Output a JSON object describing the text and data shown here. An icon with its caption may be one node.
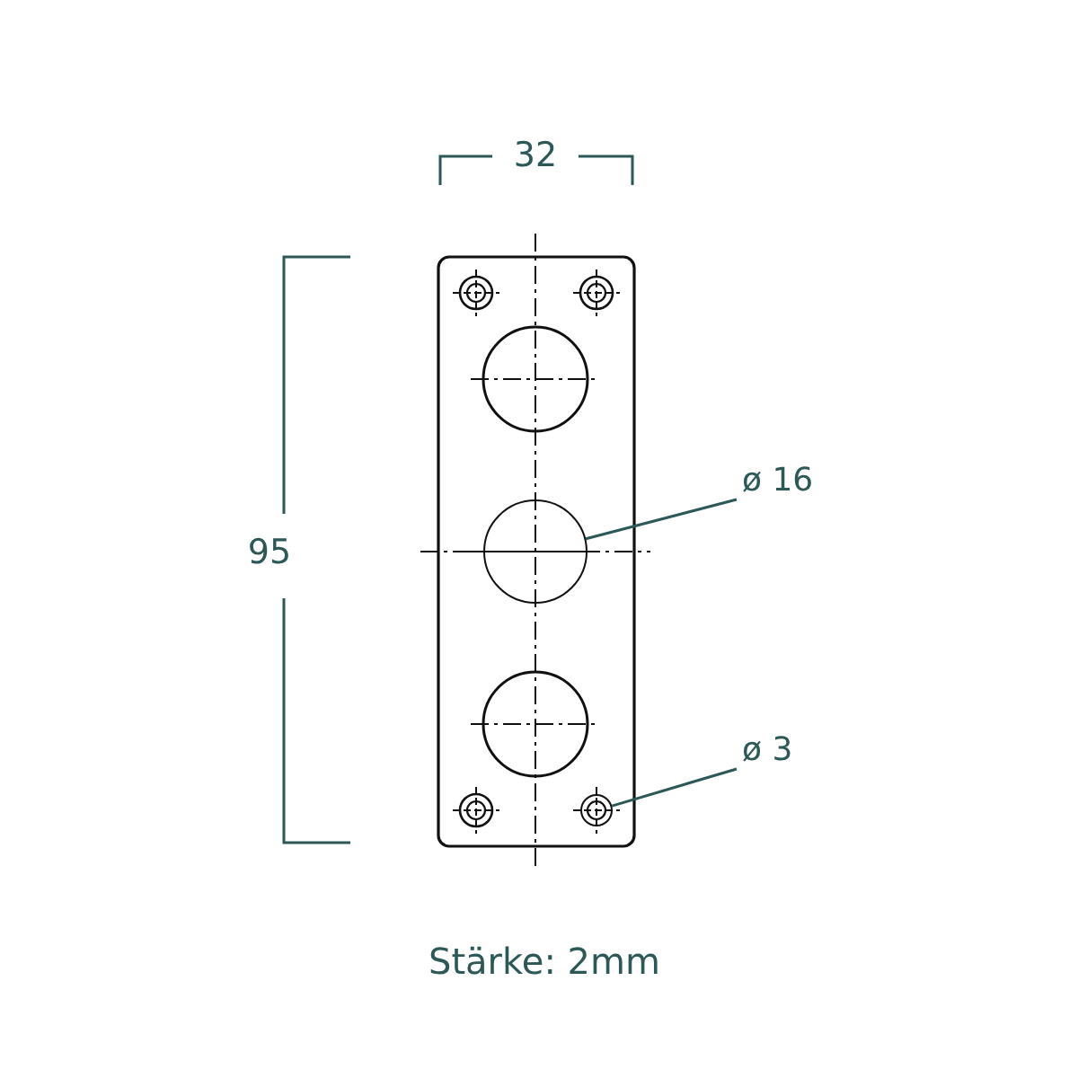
{
  "diagram": {
    "nodes": [
      {
        "text": [
          "ø 16"
        ]
      },
      {
        "text": [],
        "shape": "circle"
      },
      {
        "text": [
          "ø 3"
        ]
      },
      {
        "text": [],
        "shape": "circle"
      }
    ],
    "edges": [
      {
        "from": 0,
        "to": 1,
        "arrow": "none"
      },
      {
        "from": 2,
        "to": 3,
        "arrow": "none"
      }
    ],
    "labels": [
      "32",
      "95",
      "Stärke: 2mm"
    ]
  }
}
